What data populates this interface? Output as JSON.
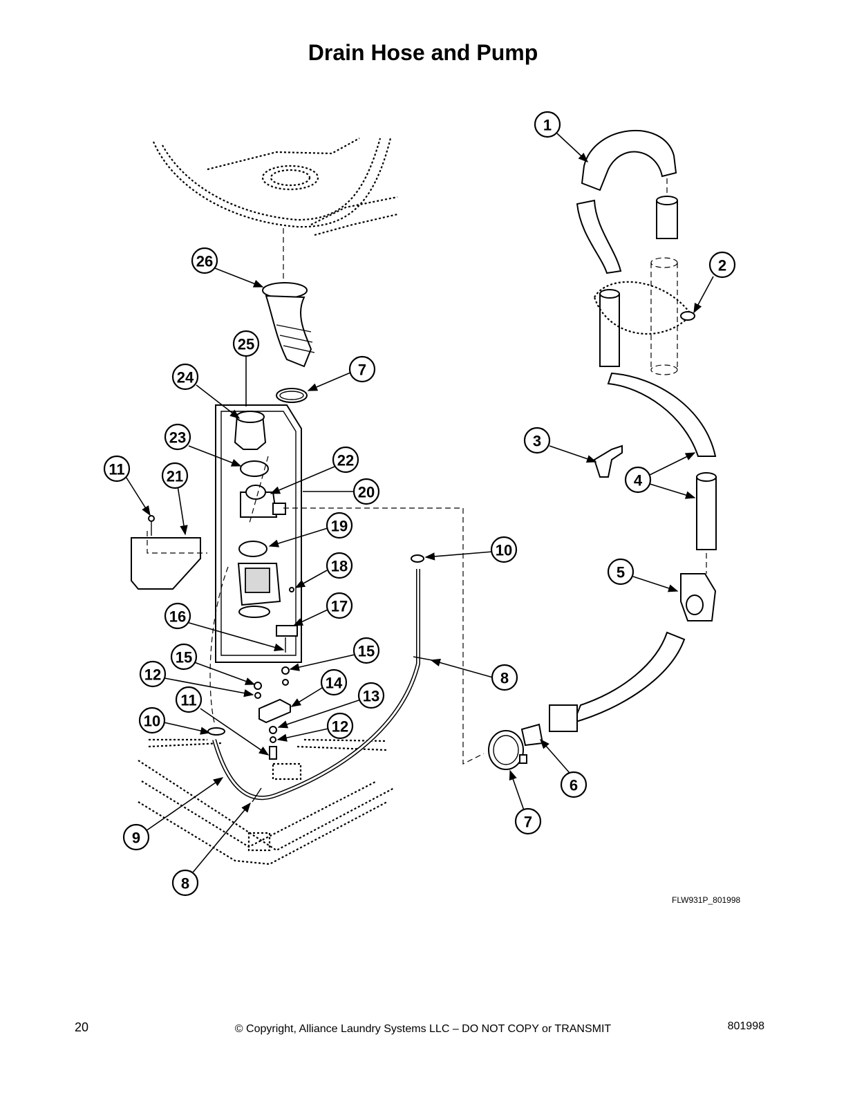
{
  "page": {
    "title": "Drain Hose and Pump",
    "page_number": "20",
    "copyright": "© Copyright, Alliance Laundry Systems LLC – DO NOT COPY or TRANSMIT",
    "document_number": "801998",
    "figure_code": "FLW931P_801998"
  },
  "callouts": [
    "1",
    "2",
    "3",
    "4",
    "5",
    "6",
    "7",
    "7",
    "8",
    "8",
    "9",
    "10",
    "10",
    "11",
    "11",
    "12",
    "12",
    "13",
    "14",
    "15",
    "15",
    "16",
    "17",
    "18",
    "19",
    "20",
    "21",
    "22",
    "23",
    "24",
    "25",
    "26"
  ]
}
